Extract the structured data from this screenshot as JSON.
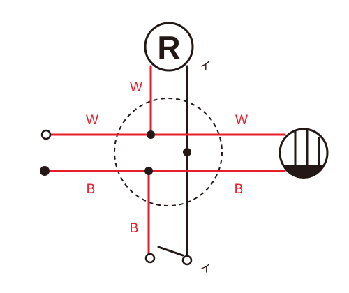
{
  "diagram": {
    "relay": {
      "letter": "R"
    },
    "labels": {
      "relay_wire": "W",
      "left_top": "W",
      "right_top": "W",
      "left_bottom": "B",
      "right_bottom": "B",
      "switch_wire": "B",
      "relay_terminal": "イ",
      "switch_terminal": "イ"
    },
    "colors": {
      "white_wire": "#e61e2a",
      "black_wire": "#e61e2a",
      "switch_wire": "#231815",
      "junction_box": "#231815"
    }
  }
}
